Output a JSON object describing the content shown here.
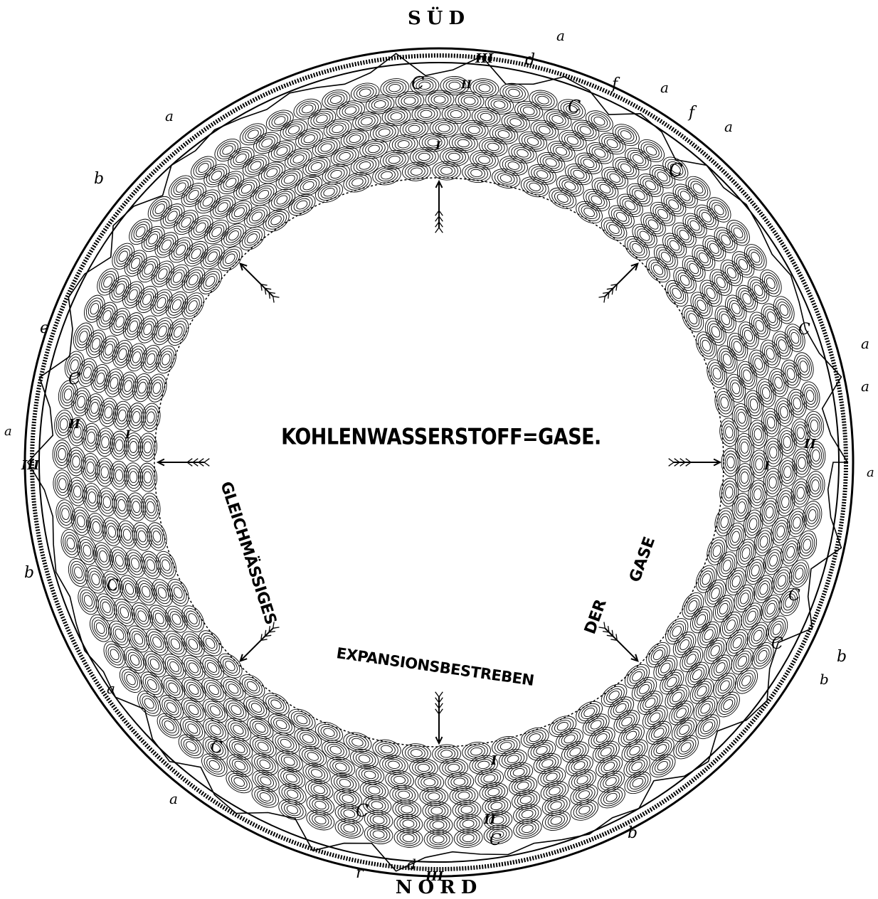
{
  "compass": {
    "south": "SÜD",
    "north": "NORD"
  },
  "center_text": "KOHLENWASSERSTOFF=GASE.",
  "arc_words": {
    "left": "GLEICHMÄSSIGES",
    "bottom": "EXPANSIONSBESTREBEN",
    "right_lower": "DER",
    "right_upper": "GASE"
  },
  "letter_labels": {
    "a": "a",
    "b": "b",
    "c": "c",
    "C": "C",
    "d": "d",
    "e": "e",
    "f": "f",
    "r": "r",
    "I": "I",
    "II": "II",
    "III": "III"
  },
  "colors": {
    "ink": "#000000",
    "paper": "#ffffff"
  }
}
